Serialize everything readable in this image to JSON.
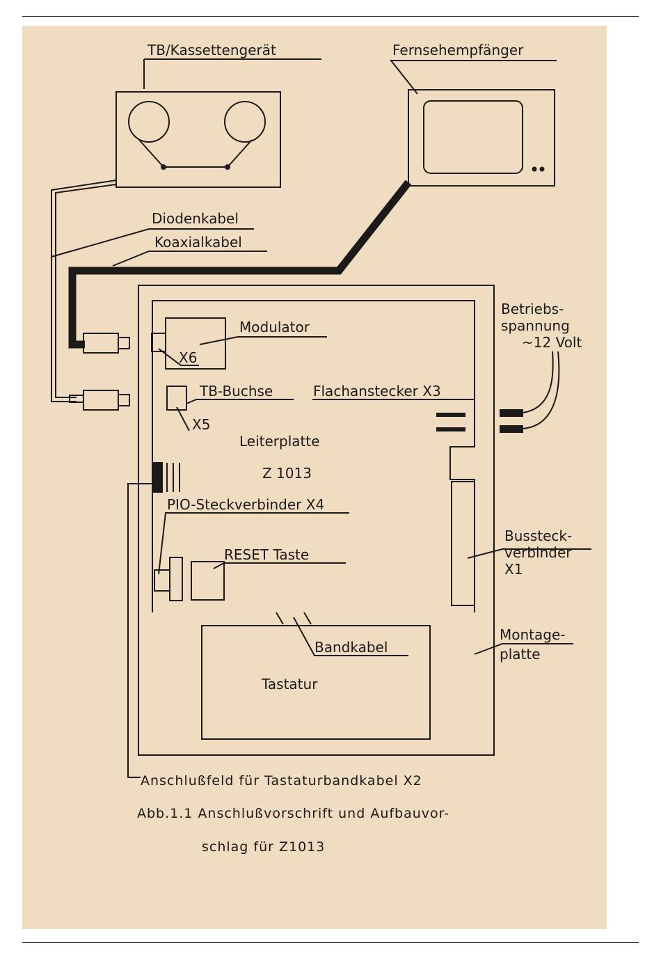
{
  "diagram": {
    "labels": {
      "tape_device": "TB/Kassettengerät",
      "tv_receiver": "Fernsehempfänger",
      "diode_cable": "Diodenkabel",
      "coax_cable": "Koaxialkabel",
      "operating_voltage_1": "Betriebs-",
      "operating_voltage_2": "spannung",
      "operating_voltage_3": "~12 Volt",
      "modulator": "Modulator",
      "x6": "X6",
      "tb_socket": "TB-Buchse",
      "x5": "X5",
      "flat_connector": "Flachanstecker X3",
      "circuit_board": "Leiterplatte",
      "z1013": "Z 1013",
      "pio_connector": "PIO-Steckverbinder X4",
      "reset_key": "RESET Taste",
      "bus_connector_1": "Bussteck-",
      "bus_connector_2": "verbinder",
      "bus_connector_3": "X1",
      "ribbon_cable": "Bandkabel",
      "mounting_plate_1": "Montage-",
      "mounting_plate_2": "platte",
      "keyboard": "Tastatur",
      "keyboard_terminal": "Anschlußfeld für Tastaturbandkabel X2"
    },
    "caption": {
      "line1": "Abb.1.1 Anschlußvorschrift und Aufbauvor-",
      "line2": "schlag für Z1013"
    }
  }
}
